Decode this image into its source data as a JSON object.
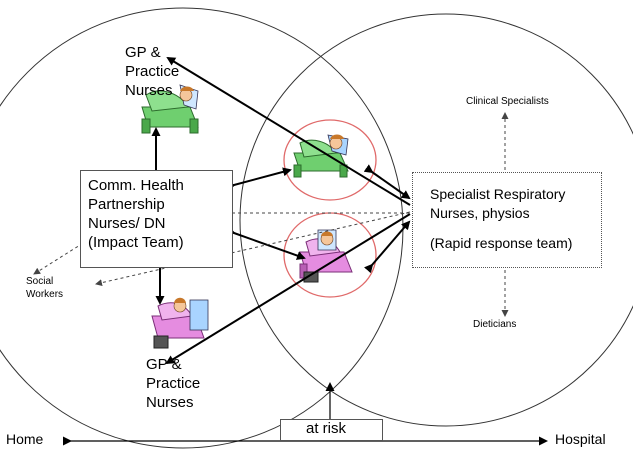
{
  "labels": {
    "gp_top_line1": "GP &",
    "gp_top_line2": "Practice",
    "gp_top_line3": "Nurses",
    "gp_bottom_line1": "GP &",
    "gp_bottom_line2": "Practice",
    "gp_bottom_line3": "Nurses",
    "community_line1": "Comm.  Health",
    "community_line2": "Partnership",
    "community_line3": "Nurses/ DN",
    "community_line4": "(Impact Team)",
    "specialist_line1": "Specialist Respiratory",
    "specialist_line2": "Nurses, physios",
    "specialist_line3": "(Rapid response team)",
    "clinical_specialists": "Clinical Specialists",
    "dieticians": "Dieticians",
    "social_line1": "Social",
    "social_line2": "Workers",
    "at_risk": "at risk",
    "axis_left": "Home",
    "axis_right": "Hospital"
  },
  "colors": {
    "circle_stroke": "#333333",
    "arrow": "#000000",
    "dashed": "#444444",
    "patient_ring": "#e06a6a",
    "bed_green": "#6fcf6f",
    "bed_pink": "#e58ce0",
    "skin": "#f5c69a",
    "hair": "#c8782a"
  }
}
